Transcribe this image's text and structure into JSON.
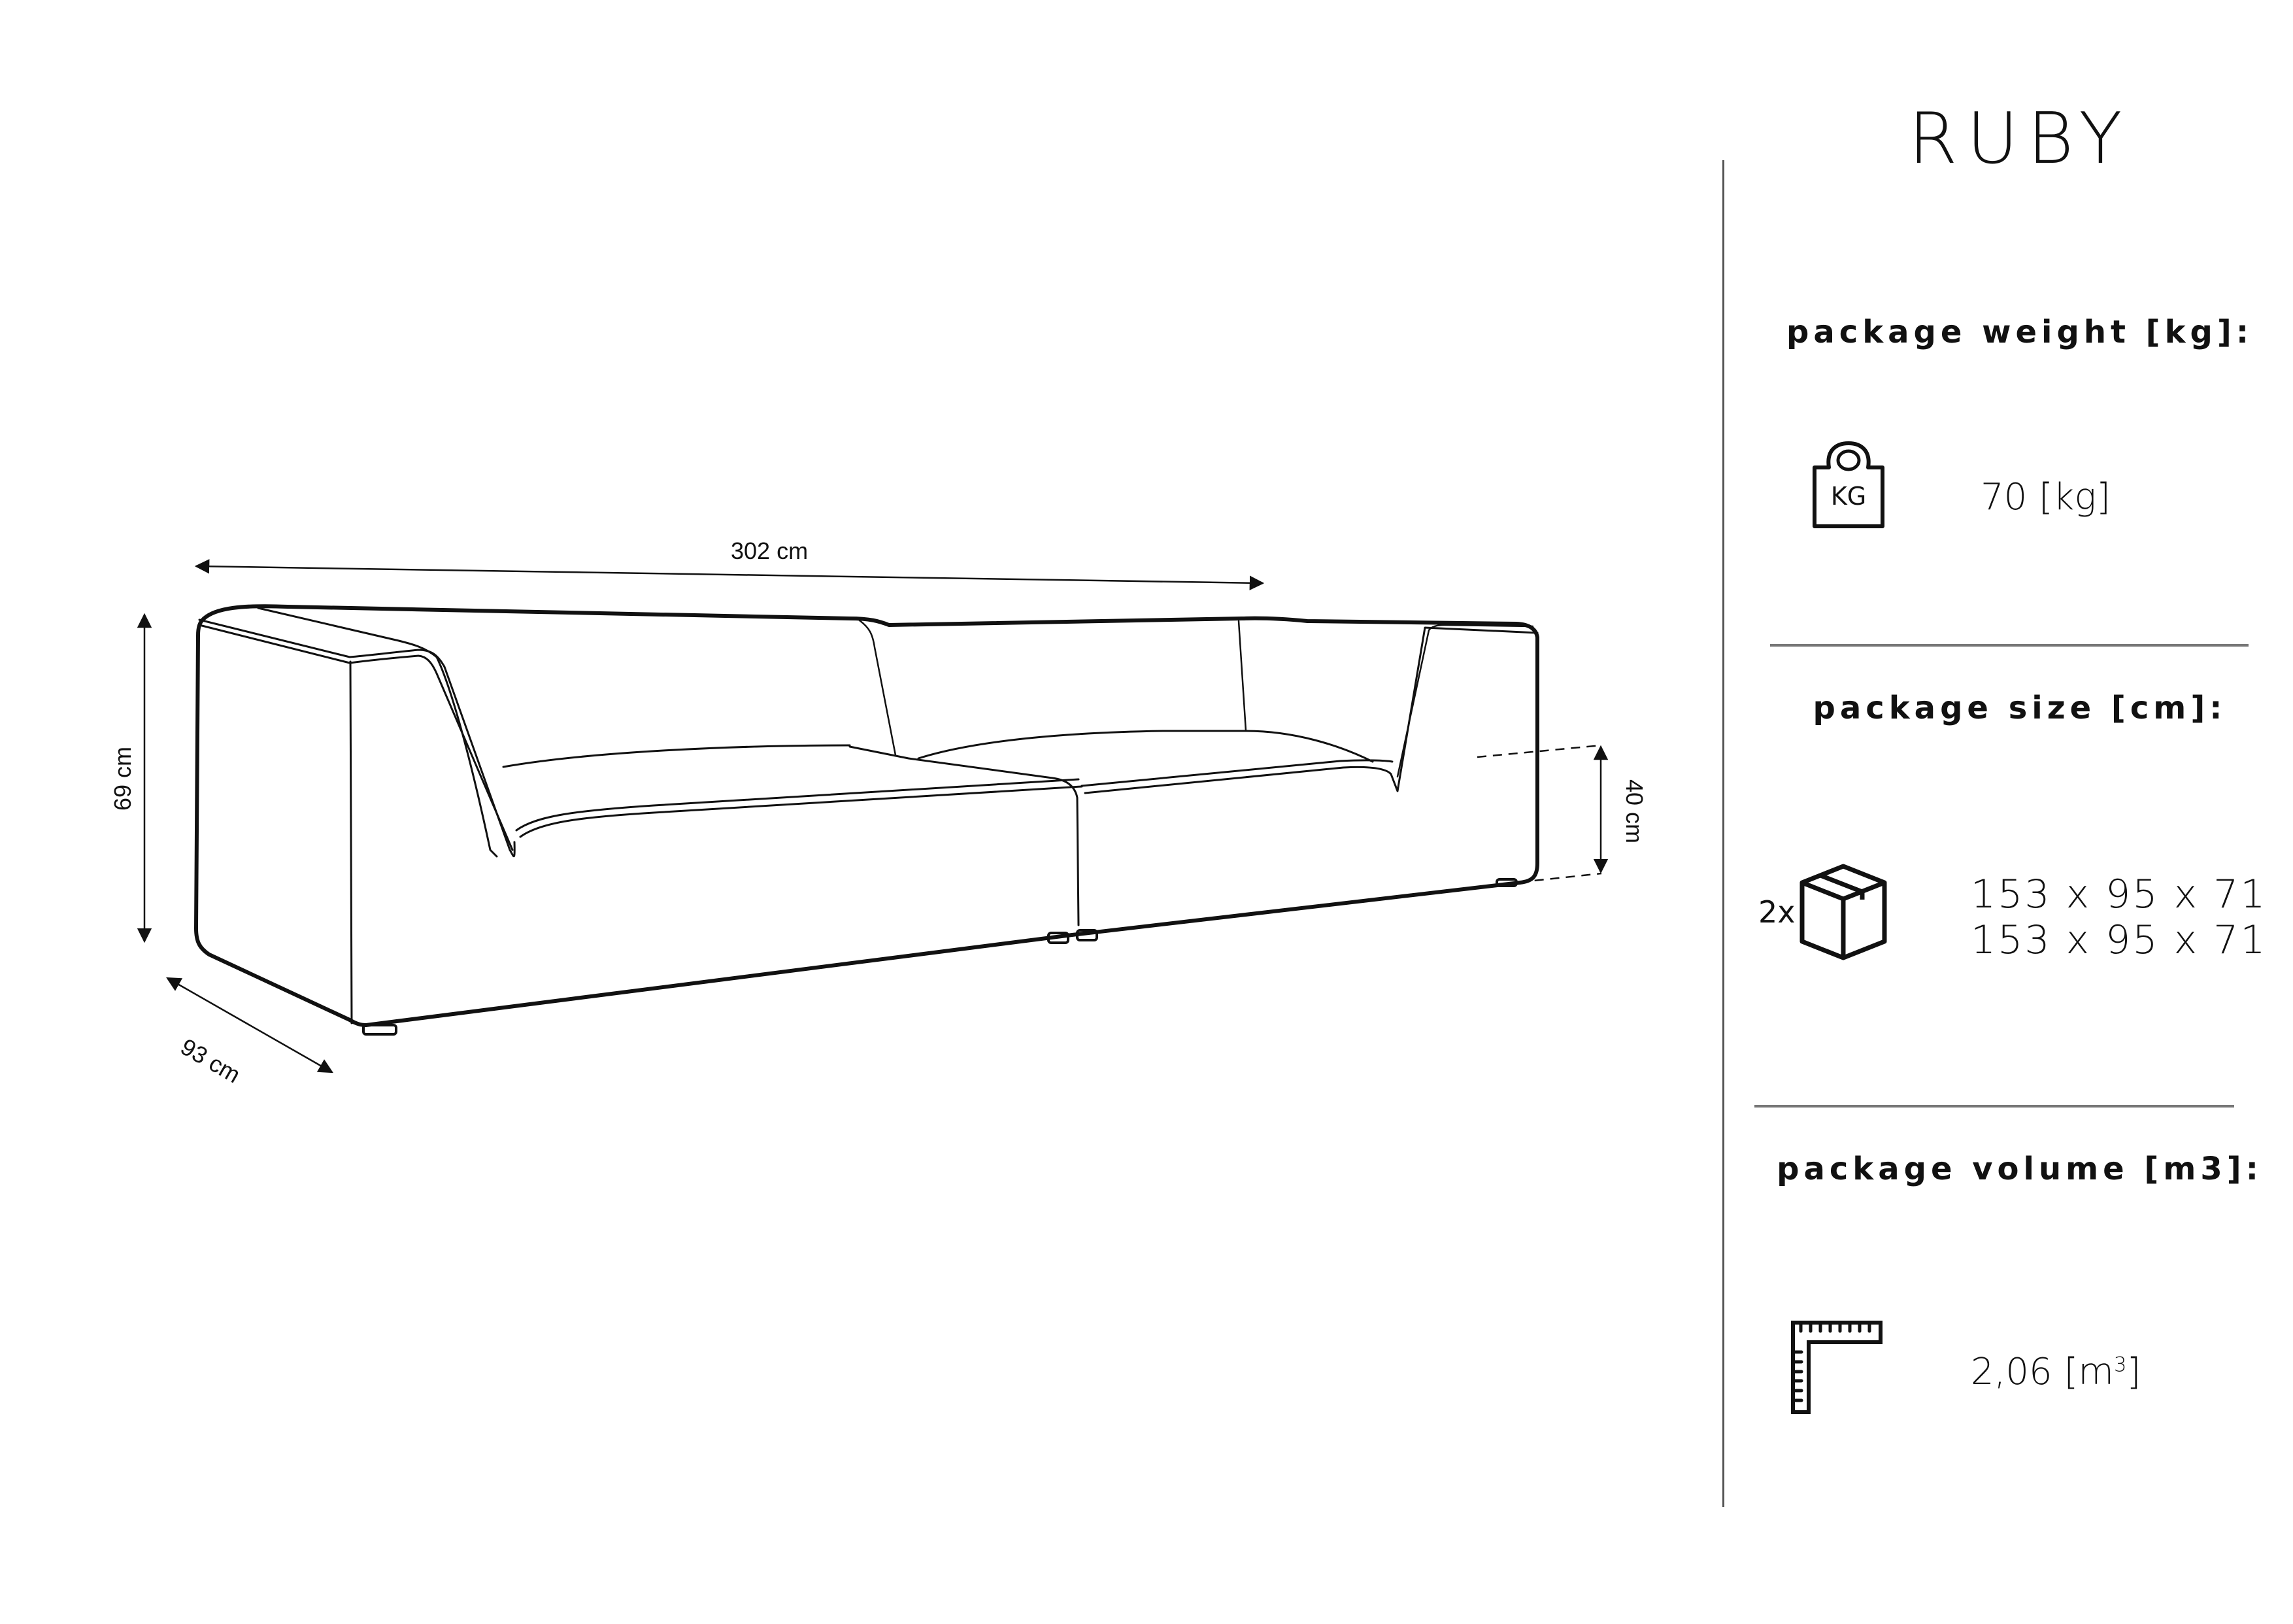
{
  "product": {
    "name": "RUBY"
  },
  "drawing": {
    "dimensions": {
      "width": "302 cm",
      "height": "69 cm",
      "depth": "93 cm",
      "seat_height": "40 cm"
    }
  },
  "specs": {
    "weight": {
      "label": "package weight [kg]:",
      "icon": "weight-kg-icon",
      "icon_text": "KG",
      "value": "70 [kg]"
    },
    "size": {
      "label": "package size [cm]:",
      "icon": "box-icon",
      "quantity": "2x",
      "packages": [
        "153 x 95 x 71",
        "153 x 95 x 71"
      ]
    },
    "volume": {
      "label": "package volume [m3]:",
      "icon": "ruler-square-icon",
      "value_number": "2,06",
      "value_unit_open": "[m",
      "value_unit_sup": "3",
      "value_unit_close": "]"
    }
  }
}
